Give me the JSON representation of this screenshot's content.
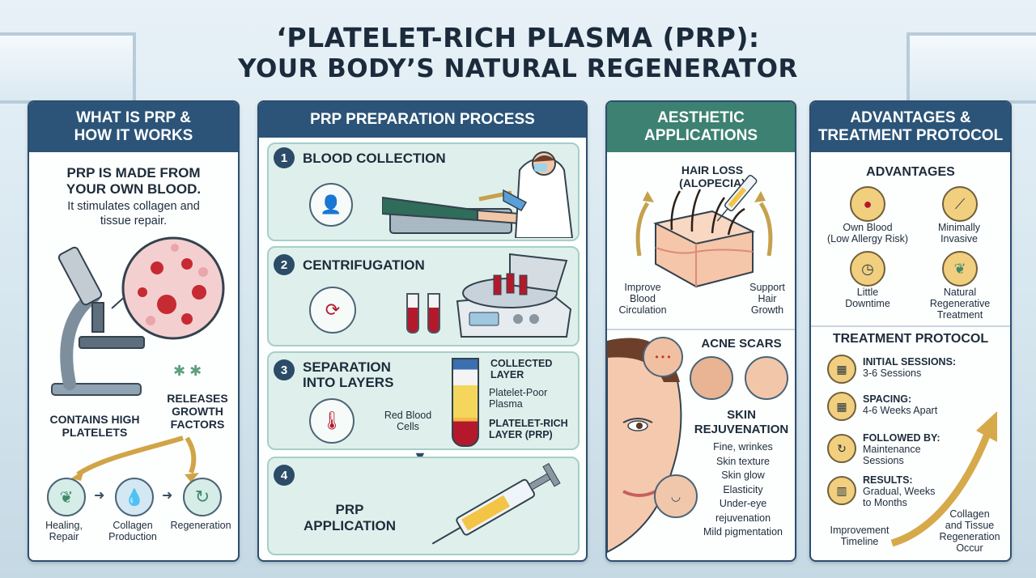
{
  "title": {
    "line1": "‘PLATELET-RICH PLASMA (PRP):",
    "line2": "YOUR BODY’S NATURAL REGENERATOR"
  },
  "panel1": {
    "header": [
      "WHAT IS PRP &",
      "HOW IT WORKS"
    ],
    "lead": [
      "PRP IS MADE FROM",
      "YOUR OWN BLOOD."
    ],
    "sub": [
      "It stimulates collagen and",
      "tissue repair."
    ],
    "contains": [
      "CONTAINS HIGH",
      "PLATELETS"
    ],
    "releases": [
      "RELEASES",
      "GROWTH",
      "FACTORS"
    ],
    "outcomes": [
      {
        "label": [
          "Healing,",
          "Repair"
        ],
        "icon": "leaf-hand-icon"
      },
      {
        "label": [
          "Collagen",
          "Production"
        ],
        "icon": "droplet-icon"
      },
      {
        "label": [
          "Regeneration"
        ],
        "icon": "recycle-icon"
      }
    ]
  },
  "panel2": {
    "header": "PRP PREPARATION PROCESS",
    "steps": [
      {
        "num": "1",
        "title": "BLOOD COLLECTION"
      },
      {
        "num": "2",
        "title": "CENTRIFUGATION"
      },
      {
        "num": "3",
        "title": [
          "SEPARATION",
          "INTO LAYERS"
        ]
      },
      {
        "num": "4",
        "title": [
          "PRP",
          "APPLICATION"
        ]
      }
    ],
    "layers": {
      "collected": [
        "COLLECTED",
        "LAYER"
      ],
      "ppp": [
        "Platelet-Poor",
        "Plasma"
      ],
      "rbc": [
        "Red Blood",
        "Cells"
      ],
      "prp": [
        "PLATELET-RICH",
        "LAYER (PRP)"
      ]
    }
  },
  "panel3": {
    "header": [
      "AESTHETIC",
      "APPLICATIONS"
    ],
    "hair": [
      "HAIR LOSS",
      "(ALOPECIA)"
    ],
    "improve": [
      "Improve",
      "Blood",
      "Circulation"
    ],
    "support": [
      "Support",
      "Hair",
      "Growth"
    ],
    "acne": "ACNE SCARS",
    "skin": [
      "SKIN",
      "REJUVENATION"
    ],
    "skin_items": [
      "Fine, wrinkes",
      "Skin texture",
      "Skin glow",
      "Elasticity",
      "Under-eye",
      "rejuvenation",
      "Mild pigmentation"
    ]
  },
  "panel4": {
    "header": [
      "ADVANTAGES &",
      "TREATMENT PROTOCOL"
    ],
    "adv_title": "ADVANTAGES",
    "advantages": [
      {
        "label": [
          "Own Blood",
          "(Low Allergy Risk)"
        ],
        "icon": "blood-drop-icon"
      },
      {
        "label": [
          "Minimally",
          "Invasive"
        ],
        "icon": "syringe-icon"
      },
      {
        "label": [
          "Little",
          "Downtime"
        ],
        "icon": "clock-icon"
      },
      {
        "label": [
          "Natural",
          "Regenerative",
          "Treatment"
        ],
        "icon": "leaf-icon"
      }
    ],
    "protocol_title": "TREATMENT PROTOCOL",
    "protocol": [
      {
        "head": "INITIAL SESSIONS:",
        "body": [
          "3-6 Sessions"
        ],
        "icon": "calendar-icon"
      },
      {
        "head": "SPACING:",
        "body": [
          "4-6 Weeks Apart"
        ],
        "icon": "calendar-icon"
      },
      {
        "head": "FOLLOWED BY:",
        "body": [
          "Maintenance",
          "Sessions"
        ],
        "icon": "refresh-icon"
      },
      {
        "head": "RESULTS:",
        "body": [
          "Gradual, Weeks",
          "to Months"
        ],
        "icon": "bar-chart-icon"
      }
    ],
    "improvement": [
      "Improvement",
      "Timeline"
    ],
    "collagen": [
      "Collagen",
      "and Tissue",
      "Regeneration",
      "Occur"
    ]
  },
  "colors": {
    "navy": "#2b5478",
    "teal": "#3c8171",
    "mint": "#dff0ec",
    "blood": "#b3192b",
    "gold": "#f1cf7f"
  }
}
